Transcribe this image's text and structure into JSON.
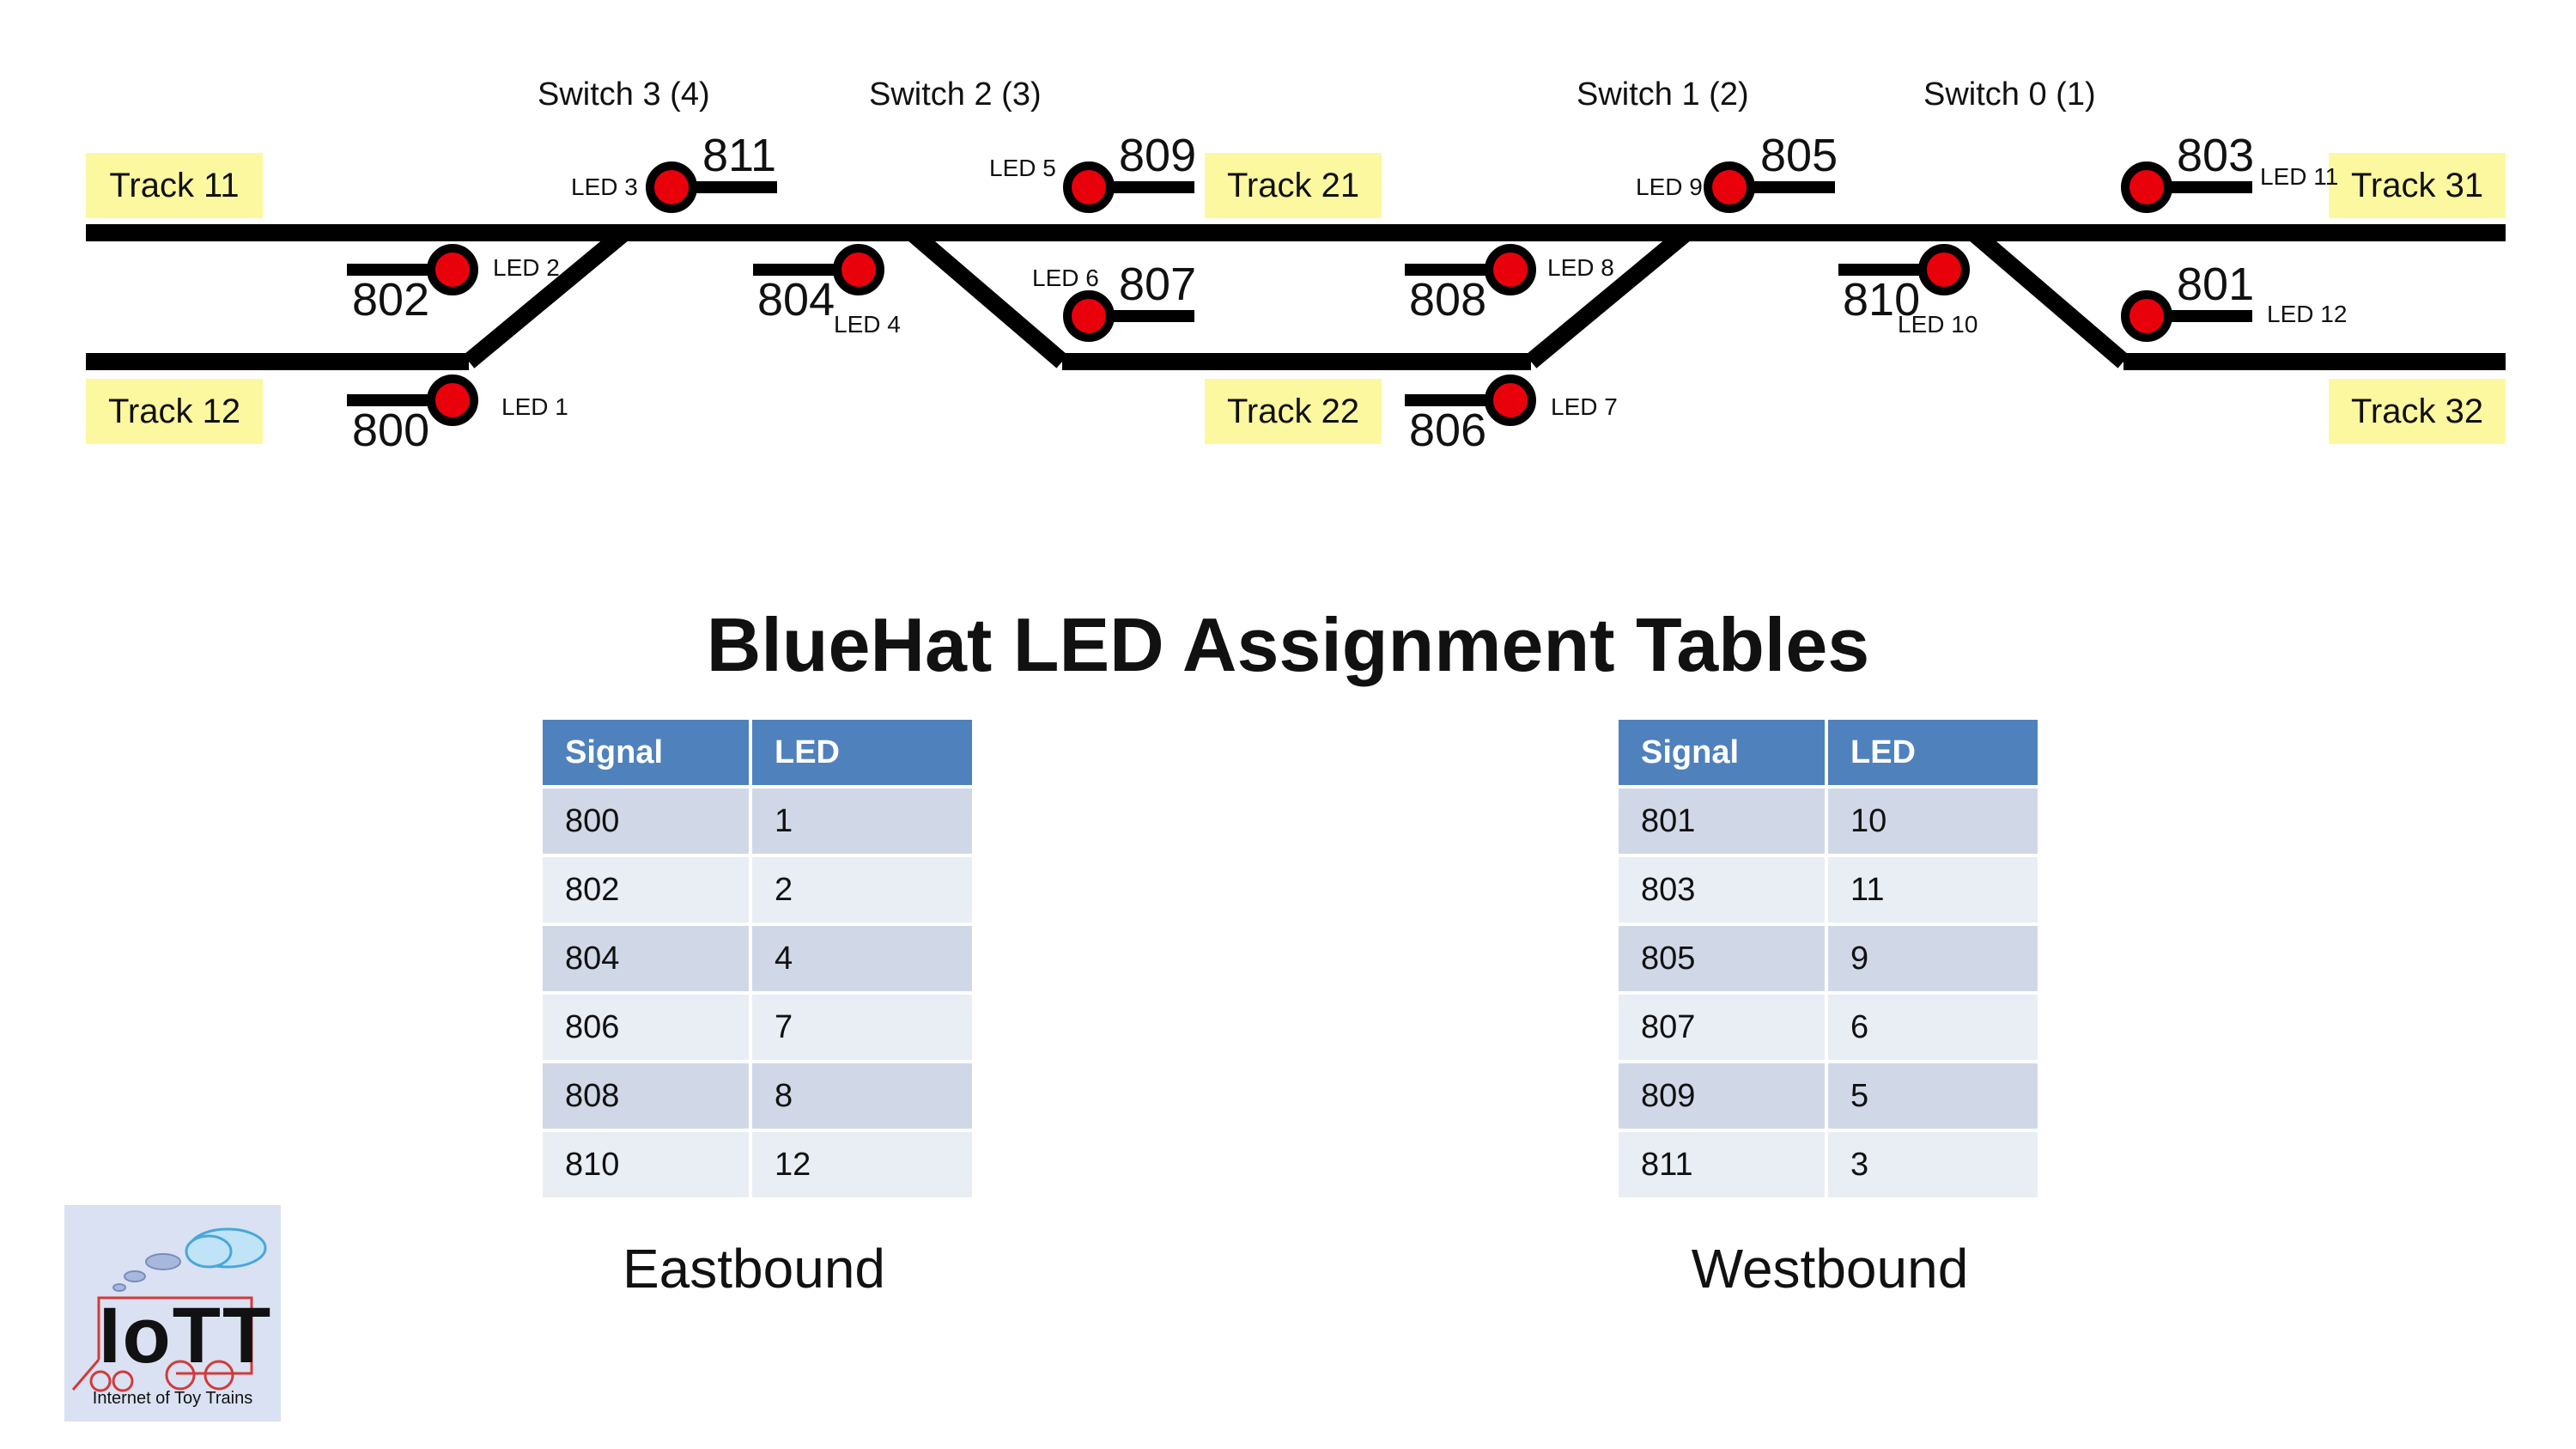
{
  "diagram": {
    "switches": [
      {
        "id": "switch-3",
        "label": "Switch 3 (4)"
      },
      {
        "id": "switch-2",
        "label": "Switch 2 (3)"
      },
      {
        "id": "switch-1",
        "label": "Switch 1 (2)"
      },
      {
        "id": "switch-0",
        "label": "Switch 0 (1)"
      }
    ],
    "tracks": [
      {
        "id": "track-11",
        "label": "Track 11"
      },
      {
        "id": "track-12",
        "label": "Track 12"
      },
      {
        "id": "track-21",
        "label": "Track 21"
      },
      {
        "id": "track-22",
        "label": "Track 22"
      },
      {
        "id": "track-31",
        "label": "Track 31"
      },
      {
        "id": "track-32",
        "label": "Track 32"
      }
    ],
    "signals": [
      {
        "number": "800",
        "led": "LED 1"
      },
      {
        "number": "802",
        "led": "LED 2"
      },
      {
        "number": "811",
        "led": "LED 3"
      },
      {
        "number": "804",
        "led": "LED 4"
      },
      {
        "number": "809",
        "led": "LED 5"
      },
      {
        "number": "807",
        "led": "LED 6"
      },
      {
        "number": "806",
        "led": "LED 7"
      },
      {
        "number": "808",
        "led": "LED 8"
      },
      {
        "number": "805",
        "led": "LED 9"
      },
      {
        "number": "810",
        "led": "LED 10"
      },
      {
        "number": "803",
        "led": "LED 11"
      },
      {
        "number": "801",
        "led": "LED 12"
      }
    ],
    "colors": {
      "track": "#000000",
      "signal_lamp": "#e8000b",
      "track_label_bg": "#fcf8a0"
    }
  },
  "title": "BlueHat LED Assignment Tables",
  "tables": {
    "eastbound": {
      "caption": "Eastbound",
      "headers": [
        "Signal",
        "LED"
      ],
      "rows": [
        [
          "800",
          "1"
        ],
        [
          "802",
          "2"
        ],
        [
          "804",
          "4"
        ],
        [
          "806",
          "7"
        ],
        [
          "808",
          "8"
        ],
        [
          "810",
          "12"
        ]
      ]
    },
    "westbound": {
      "caption": "Westbound",
      "headers": [
        "Signal",
        "LED"
      ],
      "rows": [
        [
          "801",
          "10"
        ],
        [
          "803",
          "11"
        ],
        [
          "805",
          "9"
        ],
        [
          "807",
          "6"
        ],
        [
          "809",
          "5"
        ],
        [
          "811",
          "3"
        ]
      ]
    },
    "header_color": "#4f81bd"
  },
  "logo": {
    "word": "IoTT",
    "subtitle": "Internet of Toy Trains"
  }
}
